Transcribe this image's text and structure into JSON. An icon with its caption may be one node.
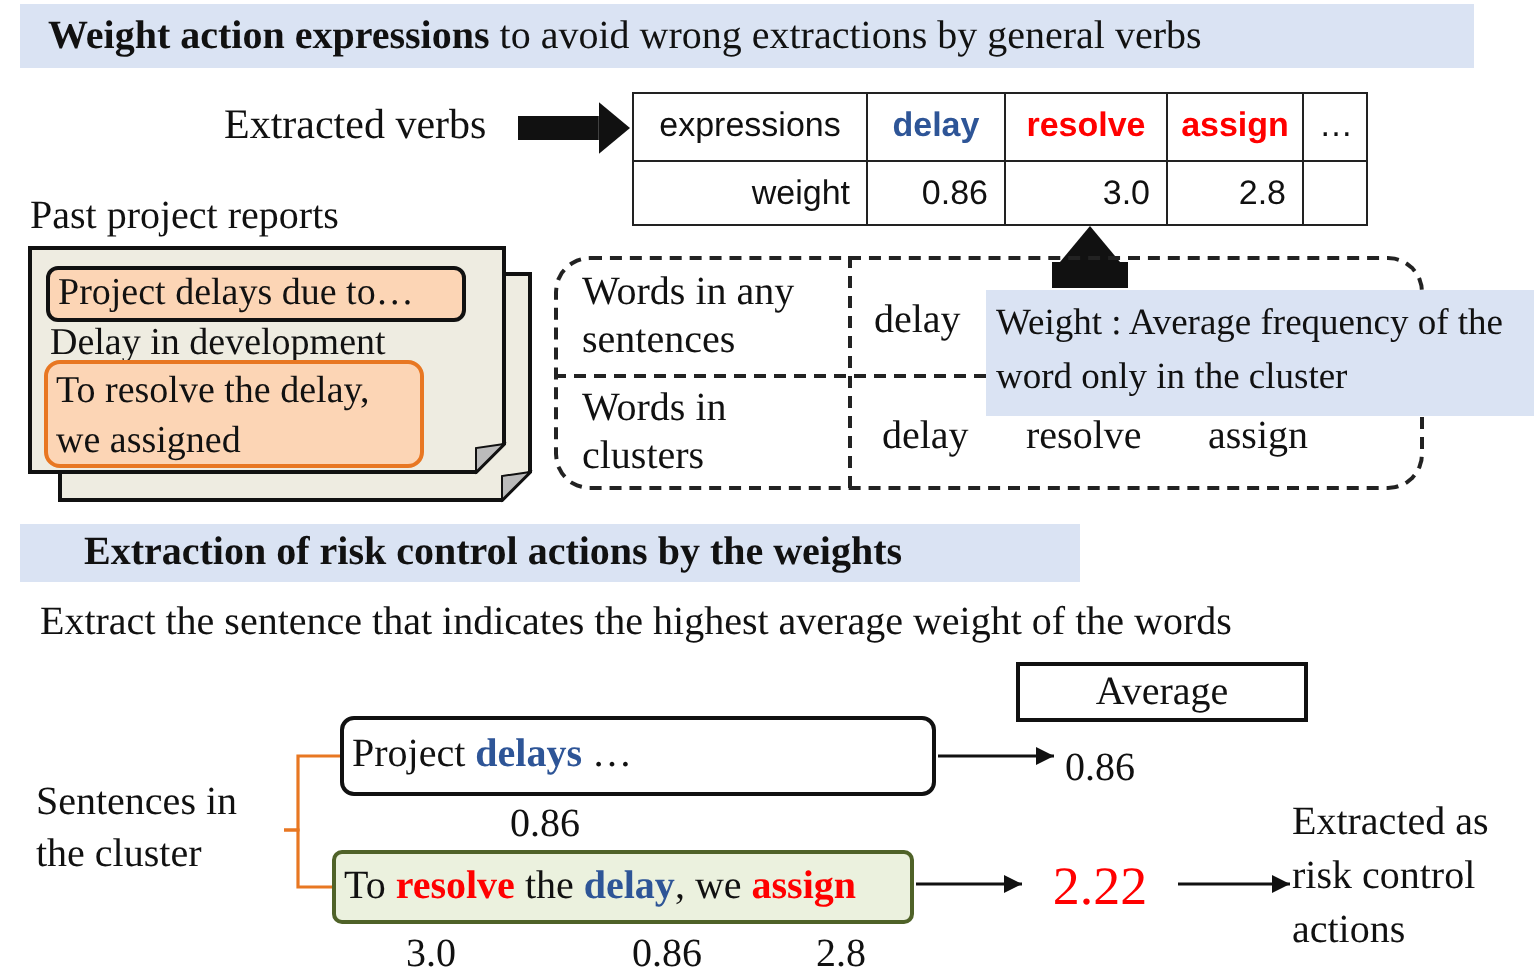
{
  "diagram": {
    "title": "**Weight action expressions** to avoid wrong extractions by general verbs",
    "nodes": [
      {
        "text": [
          "Extracted verbs"
        ]
      },
      {
        "text": [
          "expressions",
          "delay",
          "resolve",
          "assign",
          "…",
          "weight",
          "0.86",
          "3.0",
          "2.8"
        ]
      },
      {
        "text": [
          "Past project reports",
          "Delay in development"
        ]
      },
      {
        "text": [
          "Project delays due to…"
        ],
        "in": 2
      },
      {
        "text": [
          "To resolve the delay, we assigned"
        ],
        "in": 2
      },
      {
        "text": [
          "Words in any sentences",
          "delay",
          "Words in clusters",
          "delay",
          "resolve",
          "assign"
        ]
      },
      {
        "text": [
          "Weight : Average frequency of the word only in the cluster"
        ]
      },
      {
        "text": [
          "Extraction of risk control actions by the weights"
        ]
      },
      {
        "text": [
          "Average"
        ]
      },
      {
        "text": [
          "Sentences in the cluster"
        ]
      },
      {
        "text": [
          "Project **delays** …"
        ],
        "beside": [
          "0.86"
        ]
      },
      {
        "text": [
          "To **resolve** the **delay**, we **assign**"
        ],
        "beside": [
          "3.0",
          "0.86",
          "2.8"
        ]
      },
      {
        "text": [
          "0.86"
        ]
      },
      {
        "text": [
          "2.22"
        ]
      },
      {
        "text": [
          "Extracted as risk control actions"
        ]
      }
    ],
    "edges": [
      {
        "from": 0,
        "to": 1,
        "arrow": "to",
        "style": "thick"
      },
      {
        "from": 5,
        "to": 1,
        "arrow": "to",
        "style": "thick"
      },
      {
        "from": 9,
        "to": 10,
        "arrow": "none",
        "color": "#e87722"
      },
      {
        "from": 9,
        "to": 11,
        "arrow": "none",
        "color": "#e87722"
      },
      {
        "from": 10,
        "to": 12,
        "arrow": "to"
      },
      {
        "from": 11,
        "to": 13,
        "arrow": "to"
      },
      {
        "from": 13,
        "to": 14,
        "arrow": "to"
      }
    ],
    "labels": [
      "Extract the sentence that indicates the highest average weight of the words"
    ]
  }
}
